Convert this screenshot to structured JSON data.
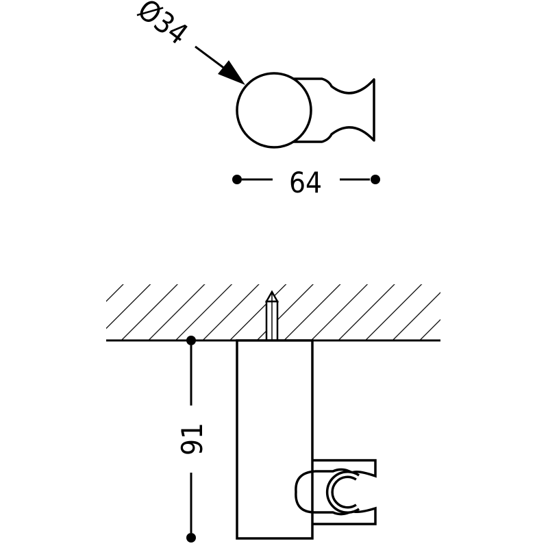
{
  "dimensions": {
    "diameter_label": "Ø34",
    "width_label": "64",
    "height_label": "91"
  },
  "colors": {
    "stroke": "#000000",
    "background": "#ffffff"
  }
}
